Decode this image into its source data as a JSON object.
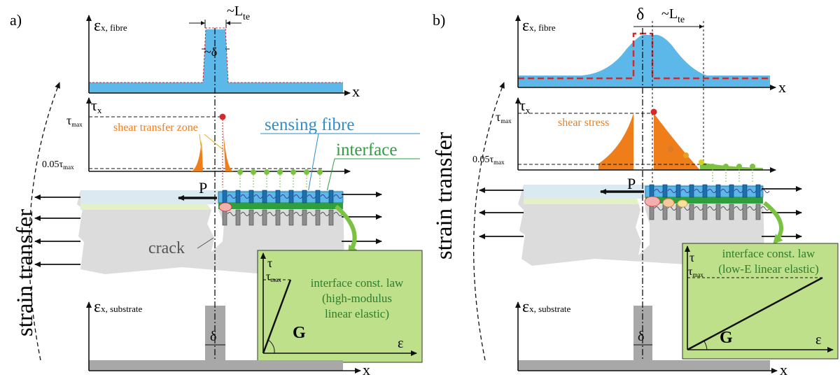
{
  "panel_a": {
    "label": "a)",
    "eps_fibre_main": "ε",
    "eps_fibre_sub": "x, fibre",
    "lte_main": "~L",
    "lte_sub": "te",
    "delta_approx": "~δ",
    "x_axis": "x",
    "tau_main": "τ",
    "tau_sub": "x",
    "tau_max_main": "τ",
    "tau_max_sub": "max",
    "tau_005_main": "0.05τ",
    "tau_005_sub": "max",
    "shear_zone": "shear transfer zone",
    "sensing_fibre": "sensing fibre",
    "interface": "interface",
    "force_p": "P",
    "crack": "crack",
    "law_tau": "τ",
    "law_tau_max_main": "τ",
    "law_tau_max_sub": "max",
    "law_line1": "interface const. law",
    "law_line2": "(high-modulus",
    "law_line3": "linear elastic)",
    "law_g": "G",
    "law_eps": "ε",
    "eps_sub_main": "ε",
    "eps_sub_sub": "x, substrate",
    "delta": "δ"
  },
  "panel_b": {
    "label": "b)",
    "eps_fibre_main": "ε",
    "eps_fibre_sub": "x, fibre",
    "delta": "δ",
    "lte_main": "~L",
    "lte_sub": "te",
    "x_axis": "x",
    "tau_main": "τ",
    "tau_sub": "x",
    "tau_max_main": "τ",
    "tau_max_sub": "max",
    "tau_005_main": "0.05τ",
    "tau_005_sub": "max",
    "shear_stress": "shear stress",
    "force_p": "P",
    "law_tau": "τ",
    "law_tau_max_main": "τ",
    "law_tau_max_sub": "max",
    "law_line1": "interface const. law",
    "law_line2": "(low-E linear elastic)",
    "law_g": "G",
    "law_eps": "ε",
    "eps_sub_main": "ε",
    "eps_sub_sub": "x, substrate"
  },
  "strain_transfer": "strain transfer",
  "colors": {
    "fibre_blue": "#5bb8e8",
    "dash_red": "#d42a2a",
    "shear_orange": "#ef7d1a",
    "interface_green": "#2e9e3e",
    "green_dot": "#7cc242",
    "law_box": "#bfe08a",
    "concrete": "#dcdcdc",
    "grey_bar": "#a8a8a8",
    "sensing_label": "#2e8fc9"
  }
}
